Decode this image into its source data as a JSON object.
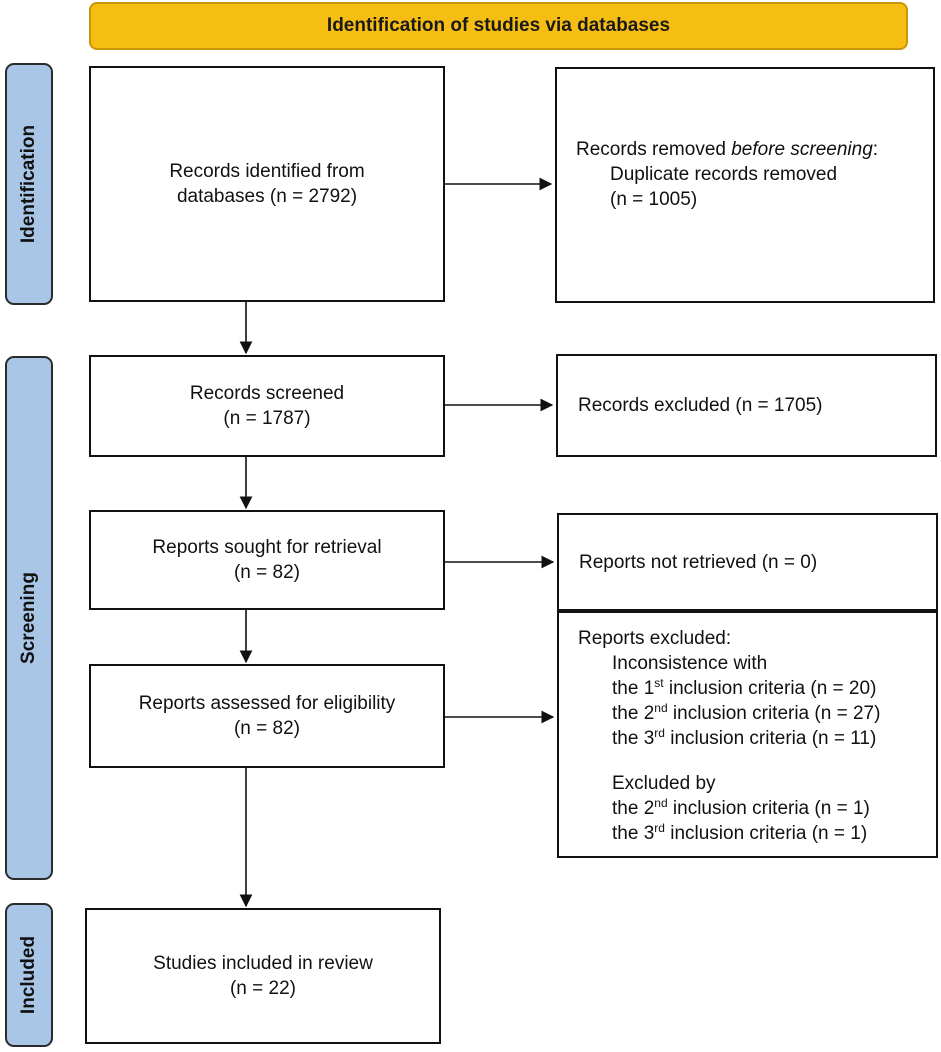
{
  "header": {
    "title": "Identification of studies via databases"
  },
  "phases": {
    "identification": "Identification",
    "screening": "Screening",
    "included": "Included"
  },
  "identified": {
    "line1": "Records identified from",
    "line2": "databases (n = 2792)"
  },
  "removed": {
    "title_prefix": "Records removed ",
    "title_emph": "before screening",
    "title_suffix": ":",
    "line2": "Duplicate records removed",
    "line3": "(n = 1005)"
  },
  "screened": {
    "line1": "Records screened",
    "line2": "(n = 1787)"
  },
  "excluded": {
    "text": "Records excluded (n = 1705)"
  },
  "sought": {
    "line1": "Reports sought for retrieval",
    "line2": "(n = 82)"
  },
  "not_retrieved": {
    "text": "Reports not retrieved (n = 0)"
  },
  "assessed": {
    "line1": "Reports assessed for eligibility",
    "line2": "(n = 82)"
  },
  "reports_excluded": {
    "title": "Reports excluded:",
    "inconsistence": "Inconsistence with",
    "crit1": {
      "pre": "the 1",
      "sup": "st",
      "post": " inclusion criteria (n = 20)"
    },
    "crit2": {
      "pre": "the 2",
      "sup": "nd",
      "post": " inclusion criteria (n = 27)"
    },
    "crit3": {
      "pre": "the 3",
      "sup": "rd",
      "post": " inclusion criteria (n = 11)"
    },
    "excluded_by": "Excluded by",
    "by2": {
      "pre": "the 2",
      "sup": "nd",
      "post": " inclusion criteria (n = 1)"
    },
    "by3": {
      "pre": "the 3",
      "sup": "rd",
      "post": " inclusion criteria (n = 1)"
    }
  },
  "included_box": {
    "line1": "Studies included in review",
    "line2": "(n = 22)"
  },
  "colors": {
    "header_fill": "#f6bd12",
    "phase_fill": "#a9c6e6",
    "line": "#111111"
  }
}
